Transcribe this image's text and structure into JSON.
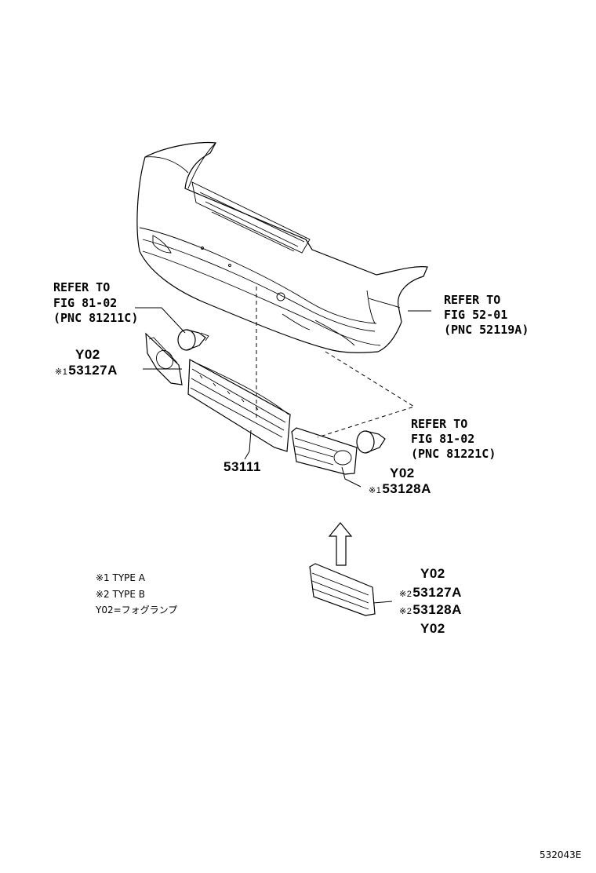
{
  "refs": {
    "left_fog": {
      "l1": "REFER TO",
      "l2": "FIG 81-02",
      "l3": "(PNC 81211C)"
    },
    "bumper": {
      "l1": "REFER TO",
      "l2": "FIG 52-01",
      "l3": "(PNC 52119A)"
    },
    "right_fog": {
      "l1": "REFER TO",
      "l2": "FIG 81-02",
      "l3": "(PNC 81221C)"
    }
  },
  "parts": {
    "left_cover_y": "Y02",
    "left_cover_mark": "※1",
    "left_cover_pn": "53127A",
    "center_grille_pn": "53111",
    "right_cover_y": "Y02",
    "right_cover_mark": "※1",
    "right_cover_pn": "53128A",
    "typeb_y_top": "Y02",
    "typeb_mark_1": "※2",
    "typeb_pn_1": "53127A",
    "typeb_mark_2": "※2",
    "typeb_pn_2": "53128A",
    "typeb_y_bottom": "Y02"
  },
  "legend": {
    "line1": "※1 TYPE A",
    "line2": "※2 TYPE B",
    "line3": "Y02=フォグランプ"
  },
  "figure_id": "532043E"
}
